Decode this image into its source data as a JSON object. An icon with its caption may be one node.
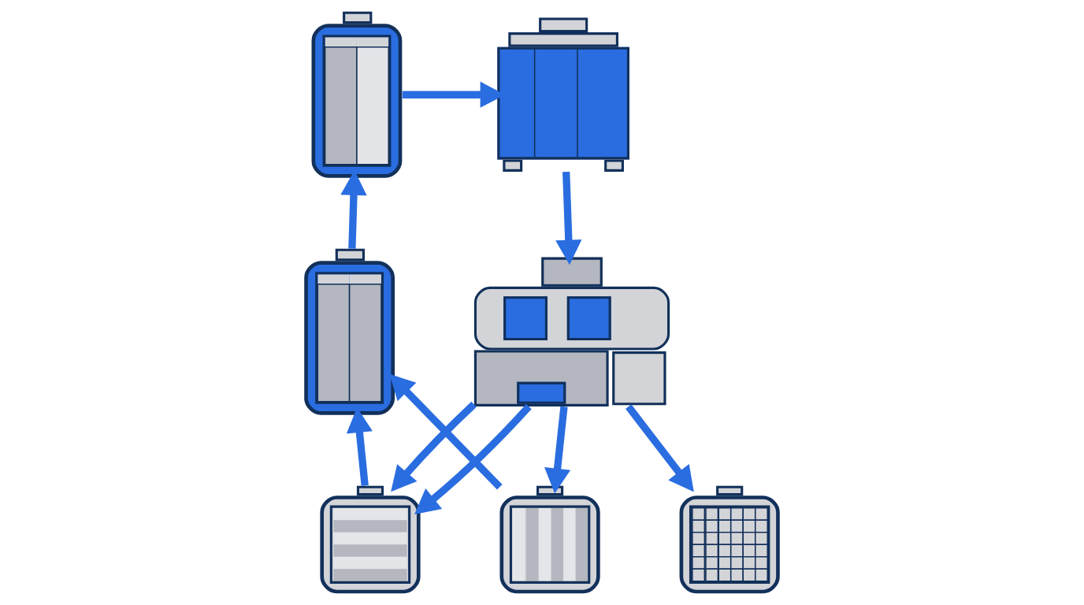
{
  "diagram": {
    "nodes": [
      {
        "text": [],
        "shape": "picture"
      },
      {
        "text": [],
        "shape": "picture"
      },
      {
        "text": [],
        "shape": "picture"
      },
      {
        "text": [],
        "shape": "picture"
      },
      {
        "text": [],
        "shape": "picture"
      },
      {
        "text": [],
        "shape": "picture"
      },
      {
        "text": [],
        "shape": "picture"
      }
    ],
    "edges": [
      {
        "from": 0,
        "to": 1,
        "arrow": "to"
      },
      {
        "from": 1,
        "to": 2,
        "arrow": "to"
      },
      {
        "from": 2,
        "to": 3,
        "arrow": "to"
      },
      {
        "from": 2,
        "to": 4,
        "arrow": "to"
      },
      {
        "from": 2,
        "to": 5,
        "arrow": "to"
      },
      {
        "from": 2,
        "to": 3,
        "arrow": "to"
      },
      {
        "from": 3,
        "to": 6,
        "arrow": "to"
      },
      {
        "from": 4,
        "to": 6,
        "arrow": "to"
      },
      {
        "from": 6,
        "to": 0,
        "arrow": "to"
      }
    ]
  }
}
